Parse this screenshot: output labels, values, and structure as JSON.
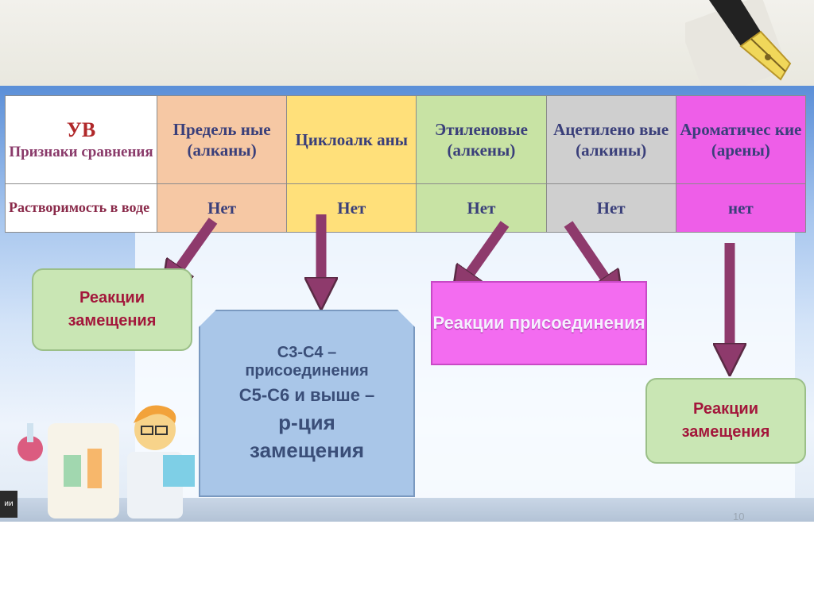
{
  "table": {
    "header": {
      "uv": "УВ",
      "compare_label": "Признаки сравнения",
      "columns": [
        "Предель ные (алканы)",
        "Циклоалк аны",
        "Этиленовые (алкены)",
        "Ацетилено вые (алкины)",
        "Ароматичес кие (арены)"
      ]
    },
    "rows": [
      {
        "label": "Растворимость в воде",
        "values": [
          "Нет",
          "Нет",
          "Нет",
          "Нет",
          "нет"
        ]
      }
    ]
  },
  "boxes": {
    "substitution_left": "Реакции замещения",
    "cycloalkanes": {
      "line1": "С3-С4 –",
      "line2": "присоединения",
      "line3": "С5-С6 и выше –",
      "line4": "р-ция",
      "line5": "замещения"
    },
    "addition": "Реакции присоединения",
    "substitution_right": "Реакции замещения"
  },
  "slide_tab": "ии",
  "page_number": "10",
  "colors": {
    "alkanes": "#f6c8a4",
    "cycloalkanes": "#ffe07a",
    "alkenes": "#c8e3a4",
    "alkynes": "#cfcfcf",
    "arenes": "#ee5ee8",
    "arrow": "#8e3a6c"
  }
}
